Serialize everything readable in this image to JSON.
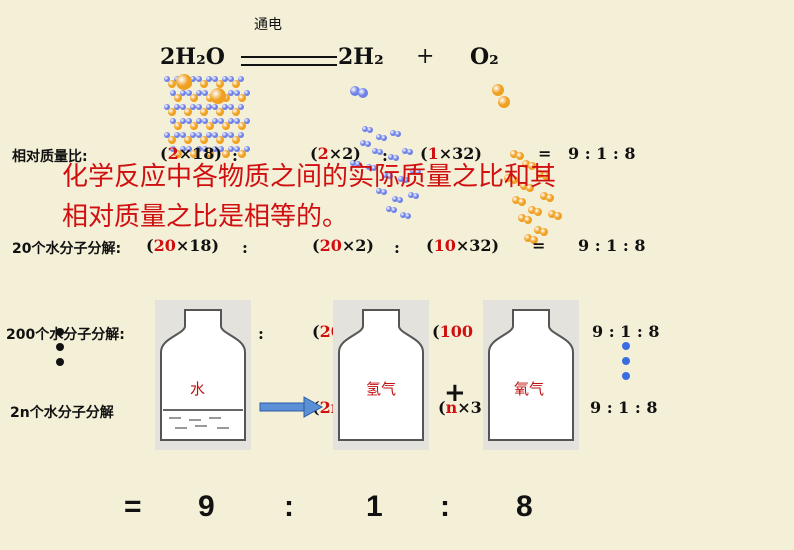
{
  "equation": {
    "condition": "通电",
    "reactant": "2H₂O",
    "product1": "2H₂",
    "plus": "+",
    "product2": "O₂"
  },
  "row1": {
    "label": "相对质量比:",
    "t1_a": "(",
    "t1_red": "2",
    "t1_b": "×18)",
    "sep1": ":",
    "t2_a": "(",
    "t2_red": "2",
    "t2_b": "×2)",
    "sep2": ":",
    "t3_a": "(",
    "t3_red": "1",
    "t3_b": "×32)",
    "equals": "=",
    "ratio": "9 : 1 : 8"
  },
  "conclusion": {
    "line1": "化学反应中各物质之间的实际质量之比和其",
    "line2": "相对质量之比是相等的。"
  },
  "row2": {
    "label": "20个水分子分解:",
    "t1_a": "(",
    "t1_red": "20",
    "t1_b": "×18)",
    "sep1": ":",
    "t2_a": "(",
    "t2_red": "20",
    "t2_b": "×2)",
    "sep2": ":",
    "t3_a": "(",
    "t3_red": "10",
    "t3_b": "×32)",
    "equals": "=",
    "ratio": "9 : 1 : 8"
  },
  "row3": {
    "label": "200个水分子分解:",
    "sep1": ":",
    "t2_a": "(",
    "t2_red": "20",
    "t3_a": "(",
    "t3_red": "100",
    "ratio": "9 : 1 : 8"
  },
  "row4": {
    "label": "2n个水分子分解",
    "t2_a": "(",
    "t2_red": "2n",
    "t3_a": "(",
    "t3_red": "n",
    "t3_b": "×3",
    "plus": "+",
    "ratio": "9 : 1 : 8"
  },
  "bottles": {
    "water": "水",
    "hydrogen": "氢气",
    "oxygen": "氧气"
  },
  "final": {
    "equals": "=",
    "v1": "9",
    "c1": ":",
    "v2": "1",
    "c2": ":",
    "v3": "8"
  },
  "colors": {
    "background": "#f4efd7",
    "red": "#d01010",
    "hydrogen_blue": "#6d80e6",
    "oxygen_orange": "#f0a020",
    "arrow_blue": "#5b8fd6"
  }
}
